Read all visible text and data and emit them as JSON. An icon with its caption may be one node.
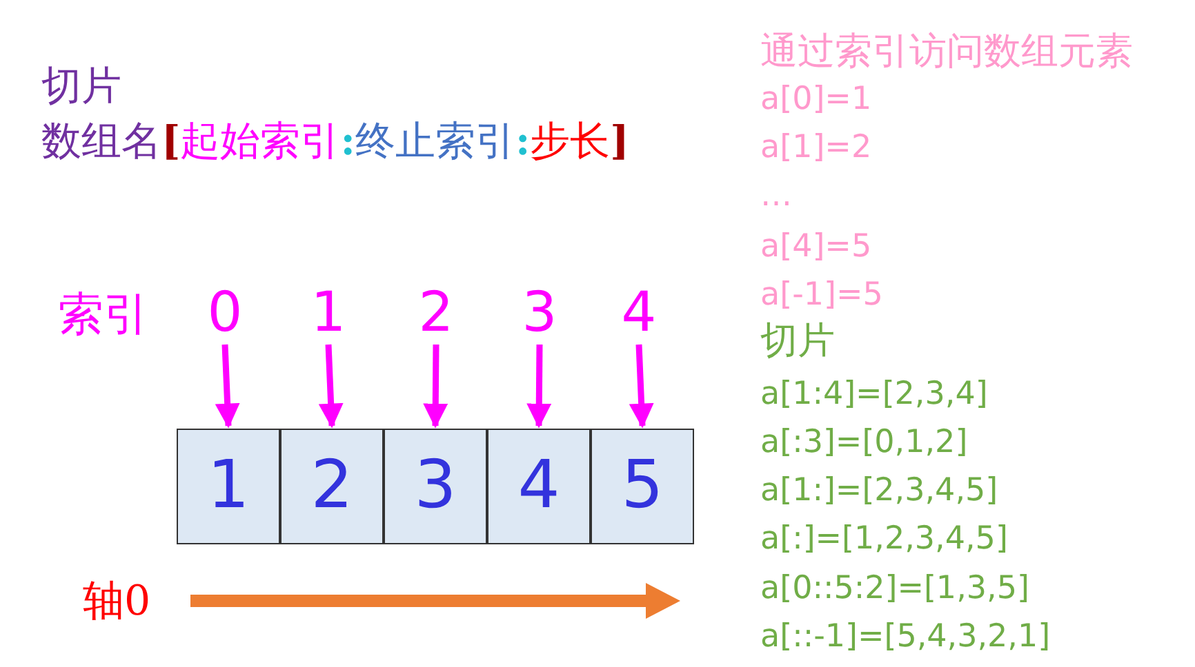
{
  "diagram": {
    "title": "切片",
    "nodes": [
      {
        "text": [
          "0"
        ]
      },
      {
        "text": [
          "1"
        ]
      },
      {
        "text": [
          "2"
        ]
      },
      {
        "text": [
          "3"
        ]
      },
      {
        "text": [
          "4"
        ]
      },
      {
        "text": [
          "1"
        ]
      },
      {
        "text": [
          "2"
        ]
      },
      {
        "text": [
          "3"
        ]
      },
      {
        "text": [
          "4"
        ]
      },
      {
        "text": [
          "5"
        ]
      }
    ],
    "edges": [
      {
        "from": 0,
        "to": 5,
        "arrow": "to"
      },
      {
        "from": 1,
        "to": 6,
        "arrow": "to"
      },
      {
        "from": 2,
        "to": 7,
        "arrow": "to"
      },
      {
        "from": 3,
        "to": 8,
        "arrow": "to"
      },
      {
        "from": 4,
        "to": 9,
        "arrow": "to"
      }
    ],
    "labels": [
      "数组名",
      "[",
      "起始索引",
      ":",
      "终止索引",
      ":",
      "步长",
      "]",
      "索引",
      "轴0",
      "通过索引访问数组元素",
      "a[0]=1",
      "a[1]=2",
      "…",
      "a[4]=5",
      "a[-1]=5",
      "切片",
      "a[1:4]=[2,3,4]",
      "a[:3]=[0,1,2]",
      "a[1:]=[2,3,4,5]",
      "a[:]=[1,2,3,4,5]",
      "a[0::5:2]=[1,3,5]",
      "a[::-1]=[5,4,3,2,1]"
    ]
  }
}
